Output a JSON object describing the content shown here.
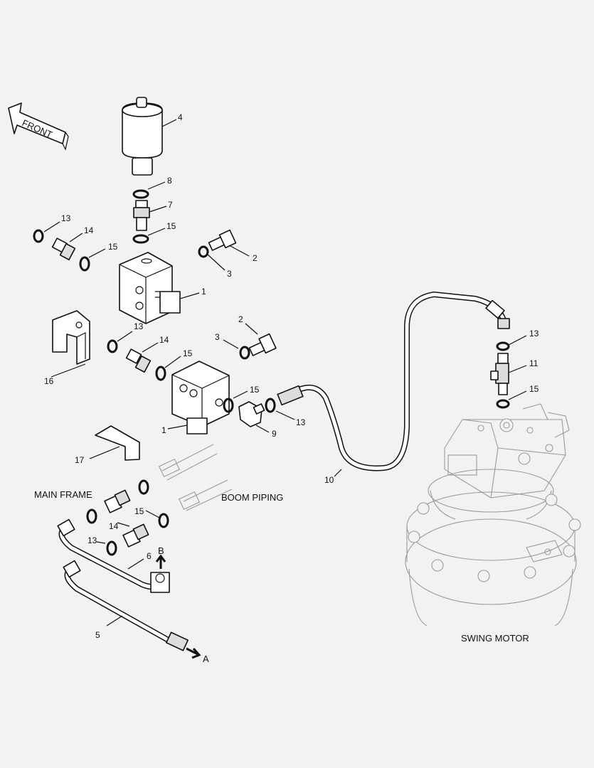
{
  "orientation": {
    "front_label": "FRONT"
  },
  "area_labels": {
    "main_frame": "MAIN FRAME",
    "boom_piping": "BOOM PIPING",
    "swing_motor": "SWING MOTOR"
  },
  "ports": {
    "a": "A",
    "b": "B"
  },
  "callouts": [
    "4",
    "8",
    "7",
    "15",
    "13",
    "14",
    "15",
    "2",
    "3",
    "1",
    "16",
    "13",
    "14",
    "15",
    "3",
    "2",
    "15",
    "13",
    "9",
    "1",
    "17",
    "10",
    "13",
    "11",
    "15",
    "15",
    "14",
    "13",
    "6",
    "5"
  ],
  "colors": {
    "background": "#f2f2f2",
    "line": "#111111",
    "ghost_line": "#9a9a9a"
  }
}
